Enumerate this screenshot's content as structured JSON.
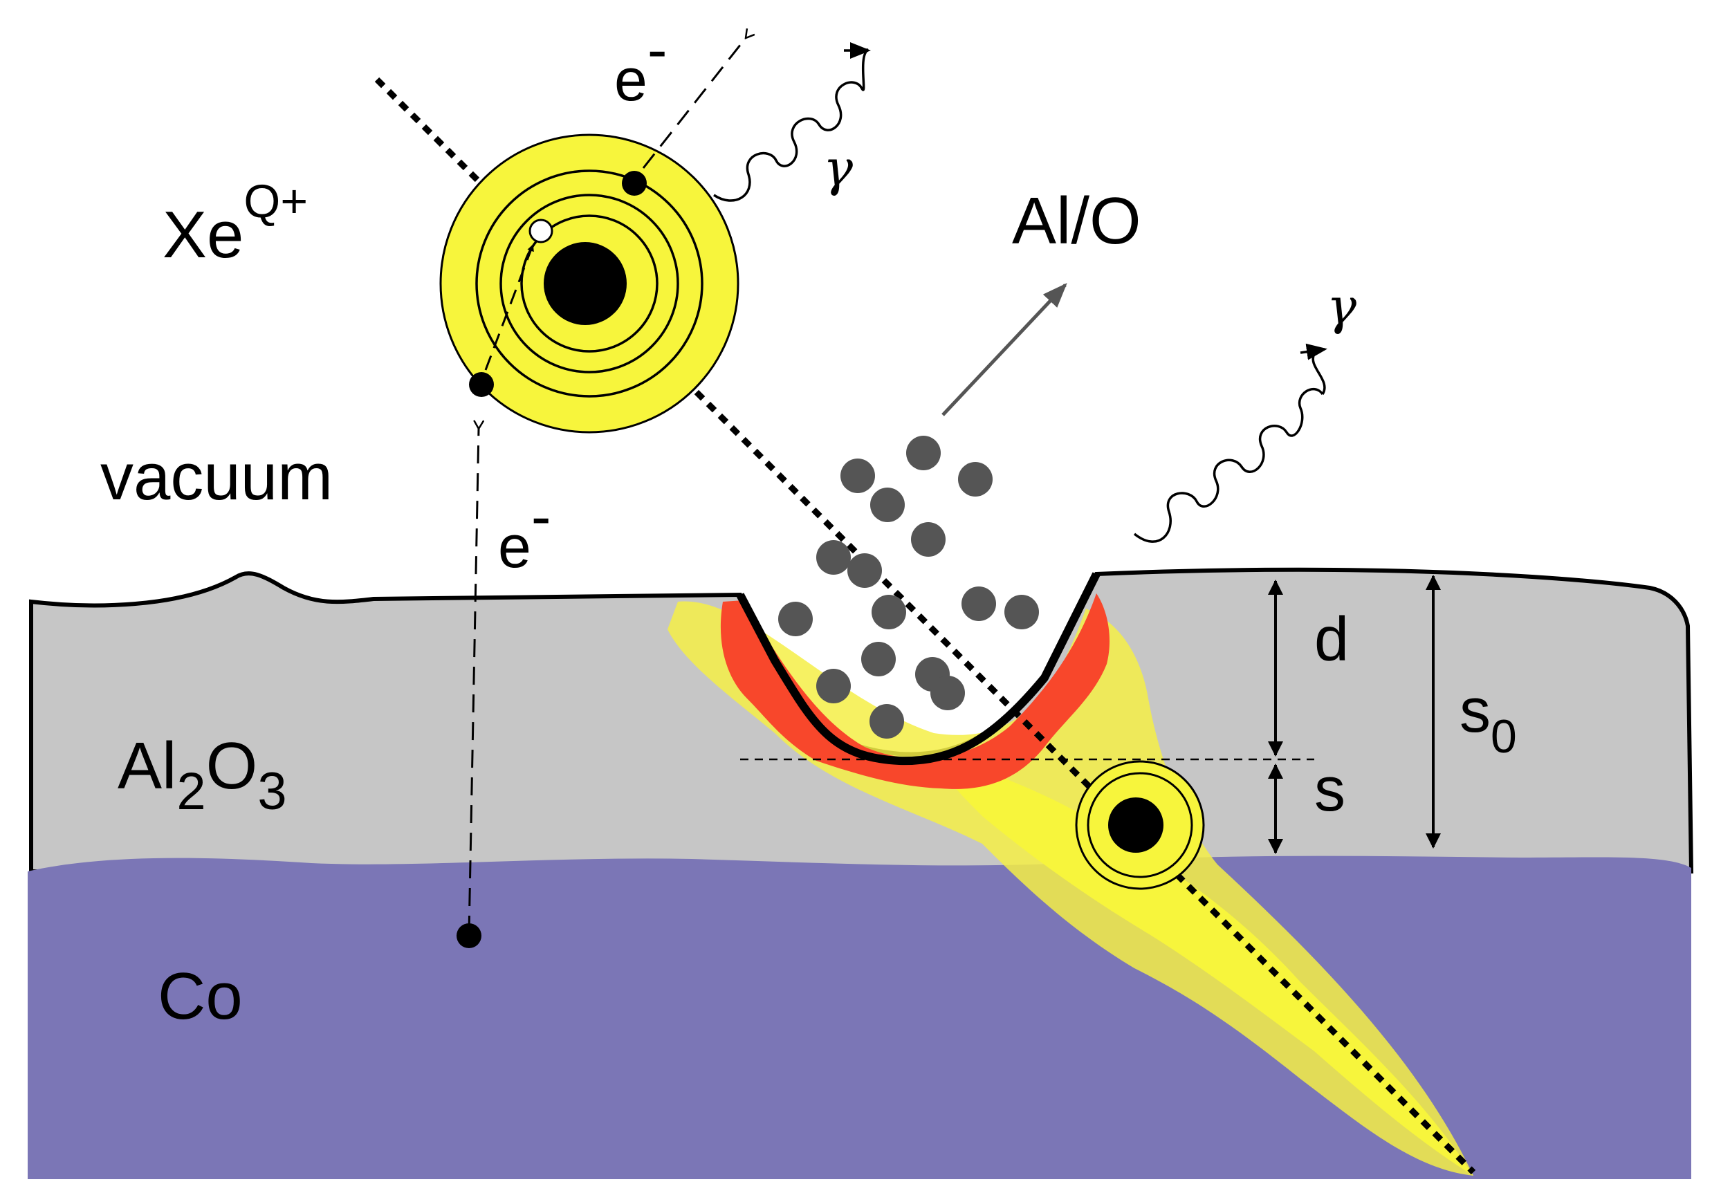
{
  "labels": {
    "ion_base": "Xe",
    "ion_charge": "Q+",
    "electron_emitted": "e",
    "electron_emitted_charge": "-",
    "electron_captured": "e",
    "electron_captured_charge": "-",
    "photon_top": "γ",
    "photon_right": "γ",
    "sputtered": "Al/O",
    "vacuum": "vacuum",
    "oxide_base": "Al",
    "oxide_sub_1": "2",
    "oxide_mid": "O",
    "oxide_sub_2": "3",
    "metal": "Co",
    "dim_d": "d",
    "dim_s": "s",
    "dim_s0_base": "s",
    "dim_s0_sub": "0"
  },
  "colors": {
    "oxide_layer": "#c6c6c6",
    "metal_layer": "#7b76b6",
    "ion_shell": "#f7f53c",
    "hot_zone": "#f8472b",
    "track_glow": "#f4ee46",
    "sputtered_particle": "#555555",
    "arrow_gray": "#555555"
  },
  "icons": {
    "nucleus": "black-dot-icon",
    "electron": "electron-dot-icon",
    "hole": "vacancy-icon",
    "photon": "wavy-arrow-icon"
  }
}
